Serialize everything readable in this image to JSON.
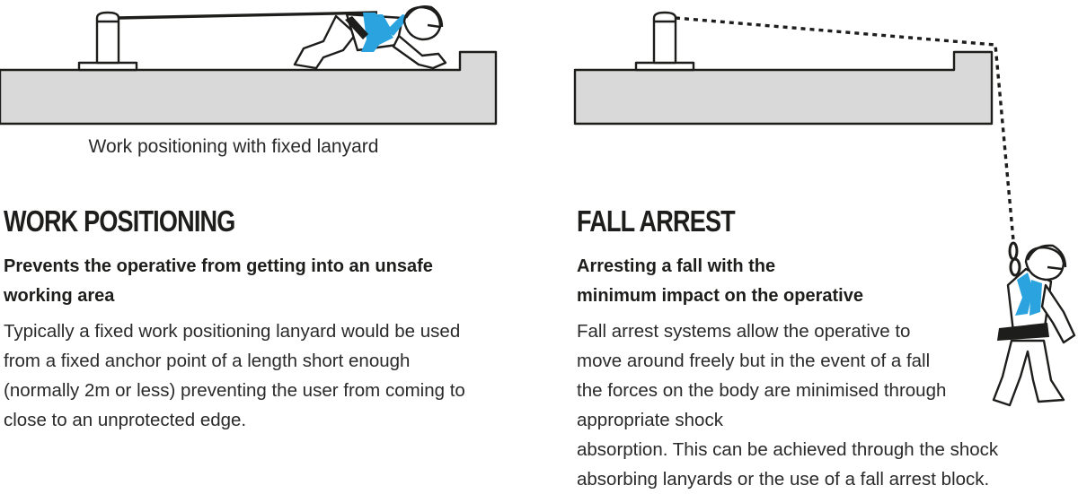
{
  "work_positioning": {
    "caption": "Work positioning with fixed lanyard",
    "title": "WORK POSITIONING",
    "subtitle": "Prevents the operative from getting into an unsafe working area",
    "body": "Typically a fixed work positioning lanyard would be used from a fixed anchor point of a length short enough (normally 2m or less) preventing the user from coming to close to an unprotected edge."
  },
  "fall_arrest": {
    "title": "FALL ARREST",
    "subtitle_line1": "Arresting a fall with the",
    "subtitle_line2": "minimum impact on the operative",
    "body_narrow": "Fall arrest systems allow the operative to move around freely but in the event of a fall the forces on the body are minimised through appropriate shock",
    "body_wide": "absorption. This can be achieved through the shock absorbing lanyards or the use of a fall arrest block."
  },
  "colors": {
    "harness": "#2aa3df",
    "roof": "#d9d9d9",
    "ink": "#1d1d1b"
  }
}
